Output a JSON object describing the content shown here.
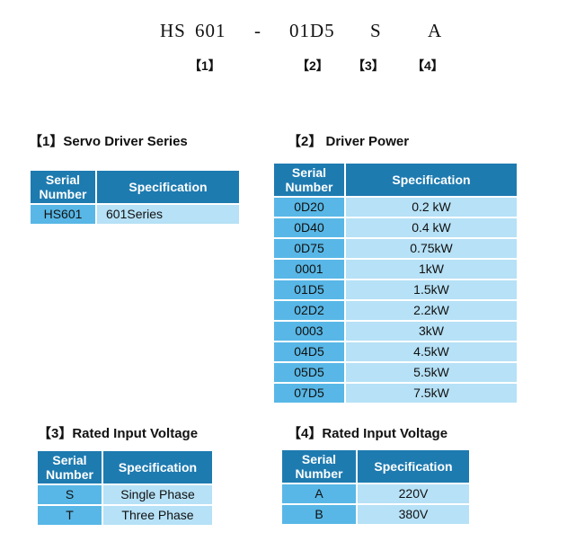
{
  "model_code": {
    "parts": [
      "HS",
      "601",
      "-",
      "01D5",
      "S",
      "A"
    ],
    "indices": [
      "【1】",
      "【2】",
      "【3】",
      "【4】"
    ]
  },
  "sections": {
    "series": {
      "heading": "【1】Servo Driver Series",
      "col_serial": "Serial Number",
      "col_spec": "Specification",
      "rows": [
        {
          "serial": "HS601",
          "spec": "601Series"
        }
      ]
    },
    "power": {
      "heading": "【2】  Driver Power",
      "col_serial": "Serial Number",
      "col_spec": "Specification",
      "rows": [
        {
          "serial": "0D20",
          "spec": "0.2 kW"
        },
        {
          "serial": "0D40",
          "spec": "0.4 kW"
        },
        {
          "serial": "0D75",
          "spec": "0.75kW"
        },
        {
          "serial": "0001",
          "spec": "1kW"
        },
        {
          "serial": "01D5",
          "spec": "1.5kW"
        },
        {
          "serial": "02D2",
          "spec": "2.2kW"
        },
        {
          "serial": "0003",
          "spec": "3kW"
        },
        {
          "serial": "04D5",
          "spec": "4.5kW"
        },
        {
          "serial": "05D5",
          "spec": "5.5kW"
        },
        {
          "serial": "07D5",
          "spec": "7.5kW"
        }
      ]
    },
    "voltage_phase": {
      "heading": "【3】Rated Input Voltage",
      "col_serial": "Serial Number",
      "col_spec": "Specification",
      "rows": [
        {
          "serial": "S",
          "spec": "Single Phase"
        },
        {
          "serial": "T",
          "spec": "Three Phase"
        }
      ]
    },
    "voltage_level": {
      "heading": "【4】Rated Input Voltage",
      "col_serial": "Serial Number",
      "col_spec": "Specification",
      "rows": [
        {
          "serial": "A",
          "spec": "220V"
        },
        {
          "serial": "B",
          "spec": "380V"
        }
      ]
    }
  },
  "colors": {
    "header_bg": "#1e7bb0",
    "serial_cell_bg": "#58b7e6",
    "spec_cell_bg": "#b6e1f6"
  }
}
